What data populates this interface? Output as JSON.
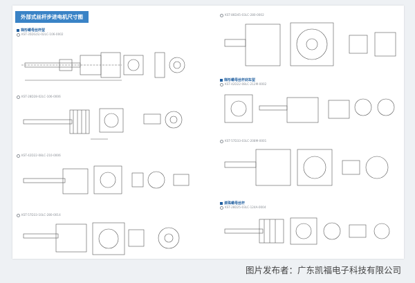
{
  "header": {
    "title": "外部式丝杆步进电机尺寸图"
  },
  "left_column": {
    "section": "梯形螺母丝杆型",
    "models": [
      "KST-35DG(S)-02LC-106-0002",
      "KST-28D28-02LC-106-0006",
      "KST-42D22-08LC-210-0006",
      "KST-57D33-10LC-280-0014"
    ]
  },
  "right_column": {
    "models_top": [
      "KST-86D45-03LC-280-0002"
    ],
    "section_b": "梯形螺母丝杆刹车型",
    "models_b": [
      "KST-42D22-08LC-212M-0002",
      "KST-57D33-03LC-208M-0001"
    ],
    "section_c": "滚珠螺母丝杆",
    "models_c": [
      "KST-28D25-03LC-124A-0004"
    ]
  },
  "footer": {
    "credit": "图片发布者：广东凯福电子科技有限公司"
  }
}
